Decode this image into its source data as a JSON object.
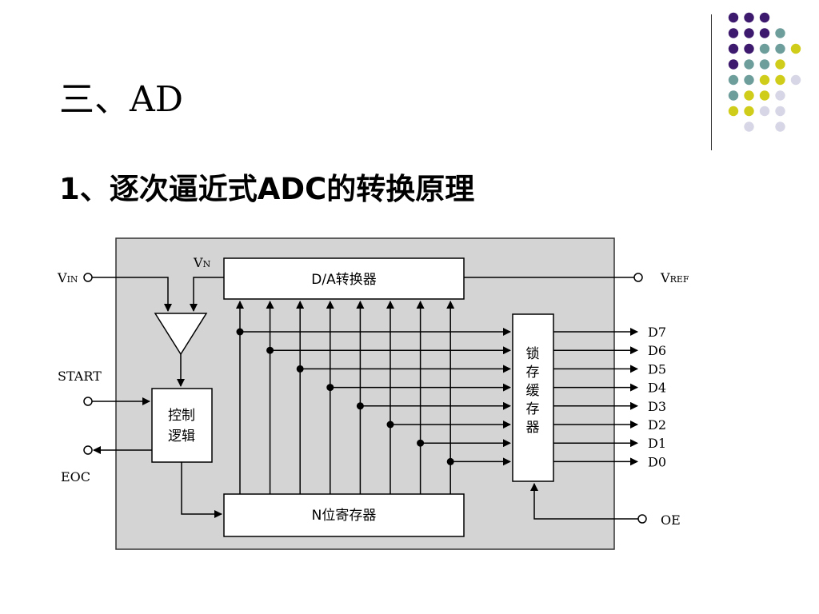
{
  "slide": {
    "title": "三、AD",
    "subtitle": "1、逐次逼近式ADC的转换原理"
  },
  "decoration": {
    "dots": [
      [
        "purple",
        "purple",
        "purple",
        "",
        "",
        ""
      ],
      [
        "purple",
        "purple",
        "purple",
        "teal",
        "",
        ""
      ],
      [
        "purple",
        "purple",
        "teal",
        "teal",
        "yellow",
        ""
      ],
      [
        "purple",
        "teal",
        "teal",
        "yellow",
        "",
        ""
      ],
      [
        "teal",
        "teal",
        "yellow",
        "yellow",
        "lavender",
        ""
      ],
      [
        "teal",
        "yellow",
        "yellow",
        "lavender",
        "",
        ""
      ],
      [
        "yellow",
        "yellow",
        "lavender",
        "lavender",
        "",
        ""
      ],
      [
        "",
        "lavender",
        "",
        "lavender",
        "",
        ""
      ]
    ],
    "colors": {
      "purple": "#3e1a6e",
      "teal": "#6e9e9c",
      "yellow": "#d0cc1a",
      "lavender": "#d6d6e6"
    }
  },
  "diagram": {
    "colors": {
      "background": "#d4d4d4",
      "line": "#000000",
      "block": "#ffffff"
    },
    "blocks": {
      "dac": "D/A转换器",
      "sar": "N位寄存器",
      "latch": "锁存缓存器",
      "control": [
        "控制",
        "逻辑"
      ]
    },
    "labels": {
      "vin": {
        "main": "V",
        "sub": "IN"
      },
      "vn": {
        "main": "V",
        "sub": "N"
      },
      "vref": {
        "main": "V",
        "sub": "REF"
      },
      "start": "START",
      "eoc": "EOC",
      "oe": "OE"
    },
    "outputs": [
      "D7",
      "D6",
      "D5",
      "D4",
      "D3",
      "D2",
      "D1",
      "D0"
    ]
  }
}
